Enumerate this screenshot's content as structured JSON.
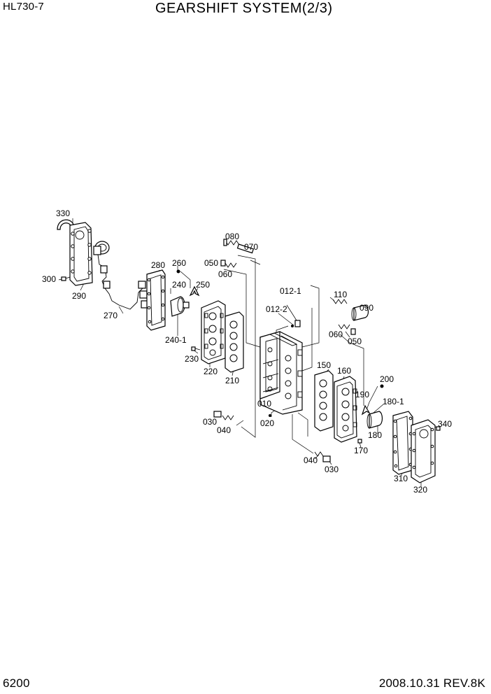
{
  "header": {
    "model": "HL730-7",
    "title": "GEARSHIFT SYSTEM(2/3)"
  },
  "footer": {
    "page_number": "6200",
    "date_revision": "2008.10.31  REV.8K"
  },
  "part_labels": {
    "p330": "330",
    "p300": "300",
    "p290": "290",
    "p270": "270",
    "p280": "280",
    "p260": "260",
    "p240": "240",
    "p250": "250",
    "p240_1": "240-1",
    "p230": "230",
    "p220": "220",
    "p210": "210",
    "p080": "080",
    "p070": "070",
    "p050a": "050",
    "p060a": "060",
    "p012_1": "012-1",
    "p110": "110",
    "p090": "090",
    "p012_2": "012-2",
    "p060b": "060",
    "p050b": "050",
    "p150": "150",
    "p160": "160",
    "p200": "200",
    "p190": "190",
    "p180_1": "180-1",
    "p010": "010",
    "p020": "020",
    "p030a": "030",
    "p040a": "040",
    "p340": "340",
    "p180": "180",
    "p170": "170",
    "p040b": "040",
    "p030b": "030",
    "p310": "310",
    "p320": "320"
  }
}
